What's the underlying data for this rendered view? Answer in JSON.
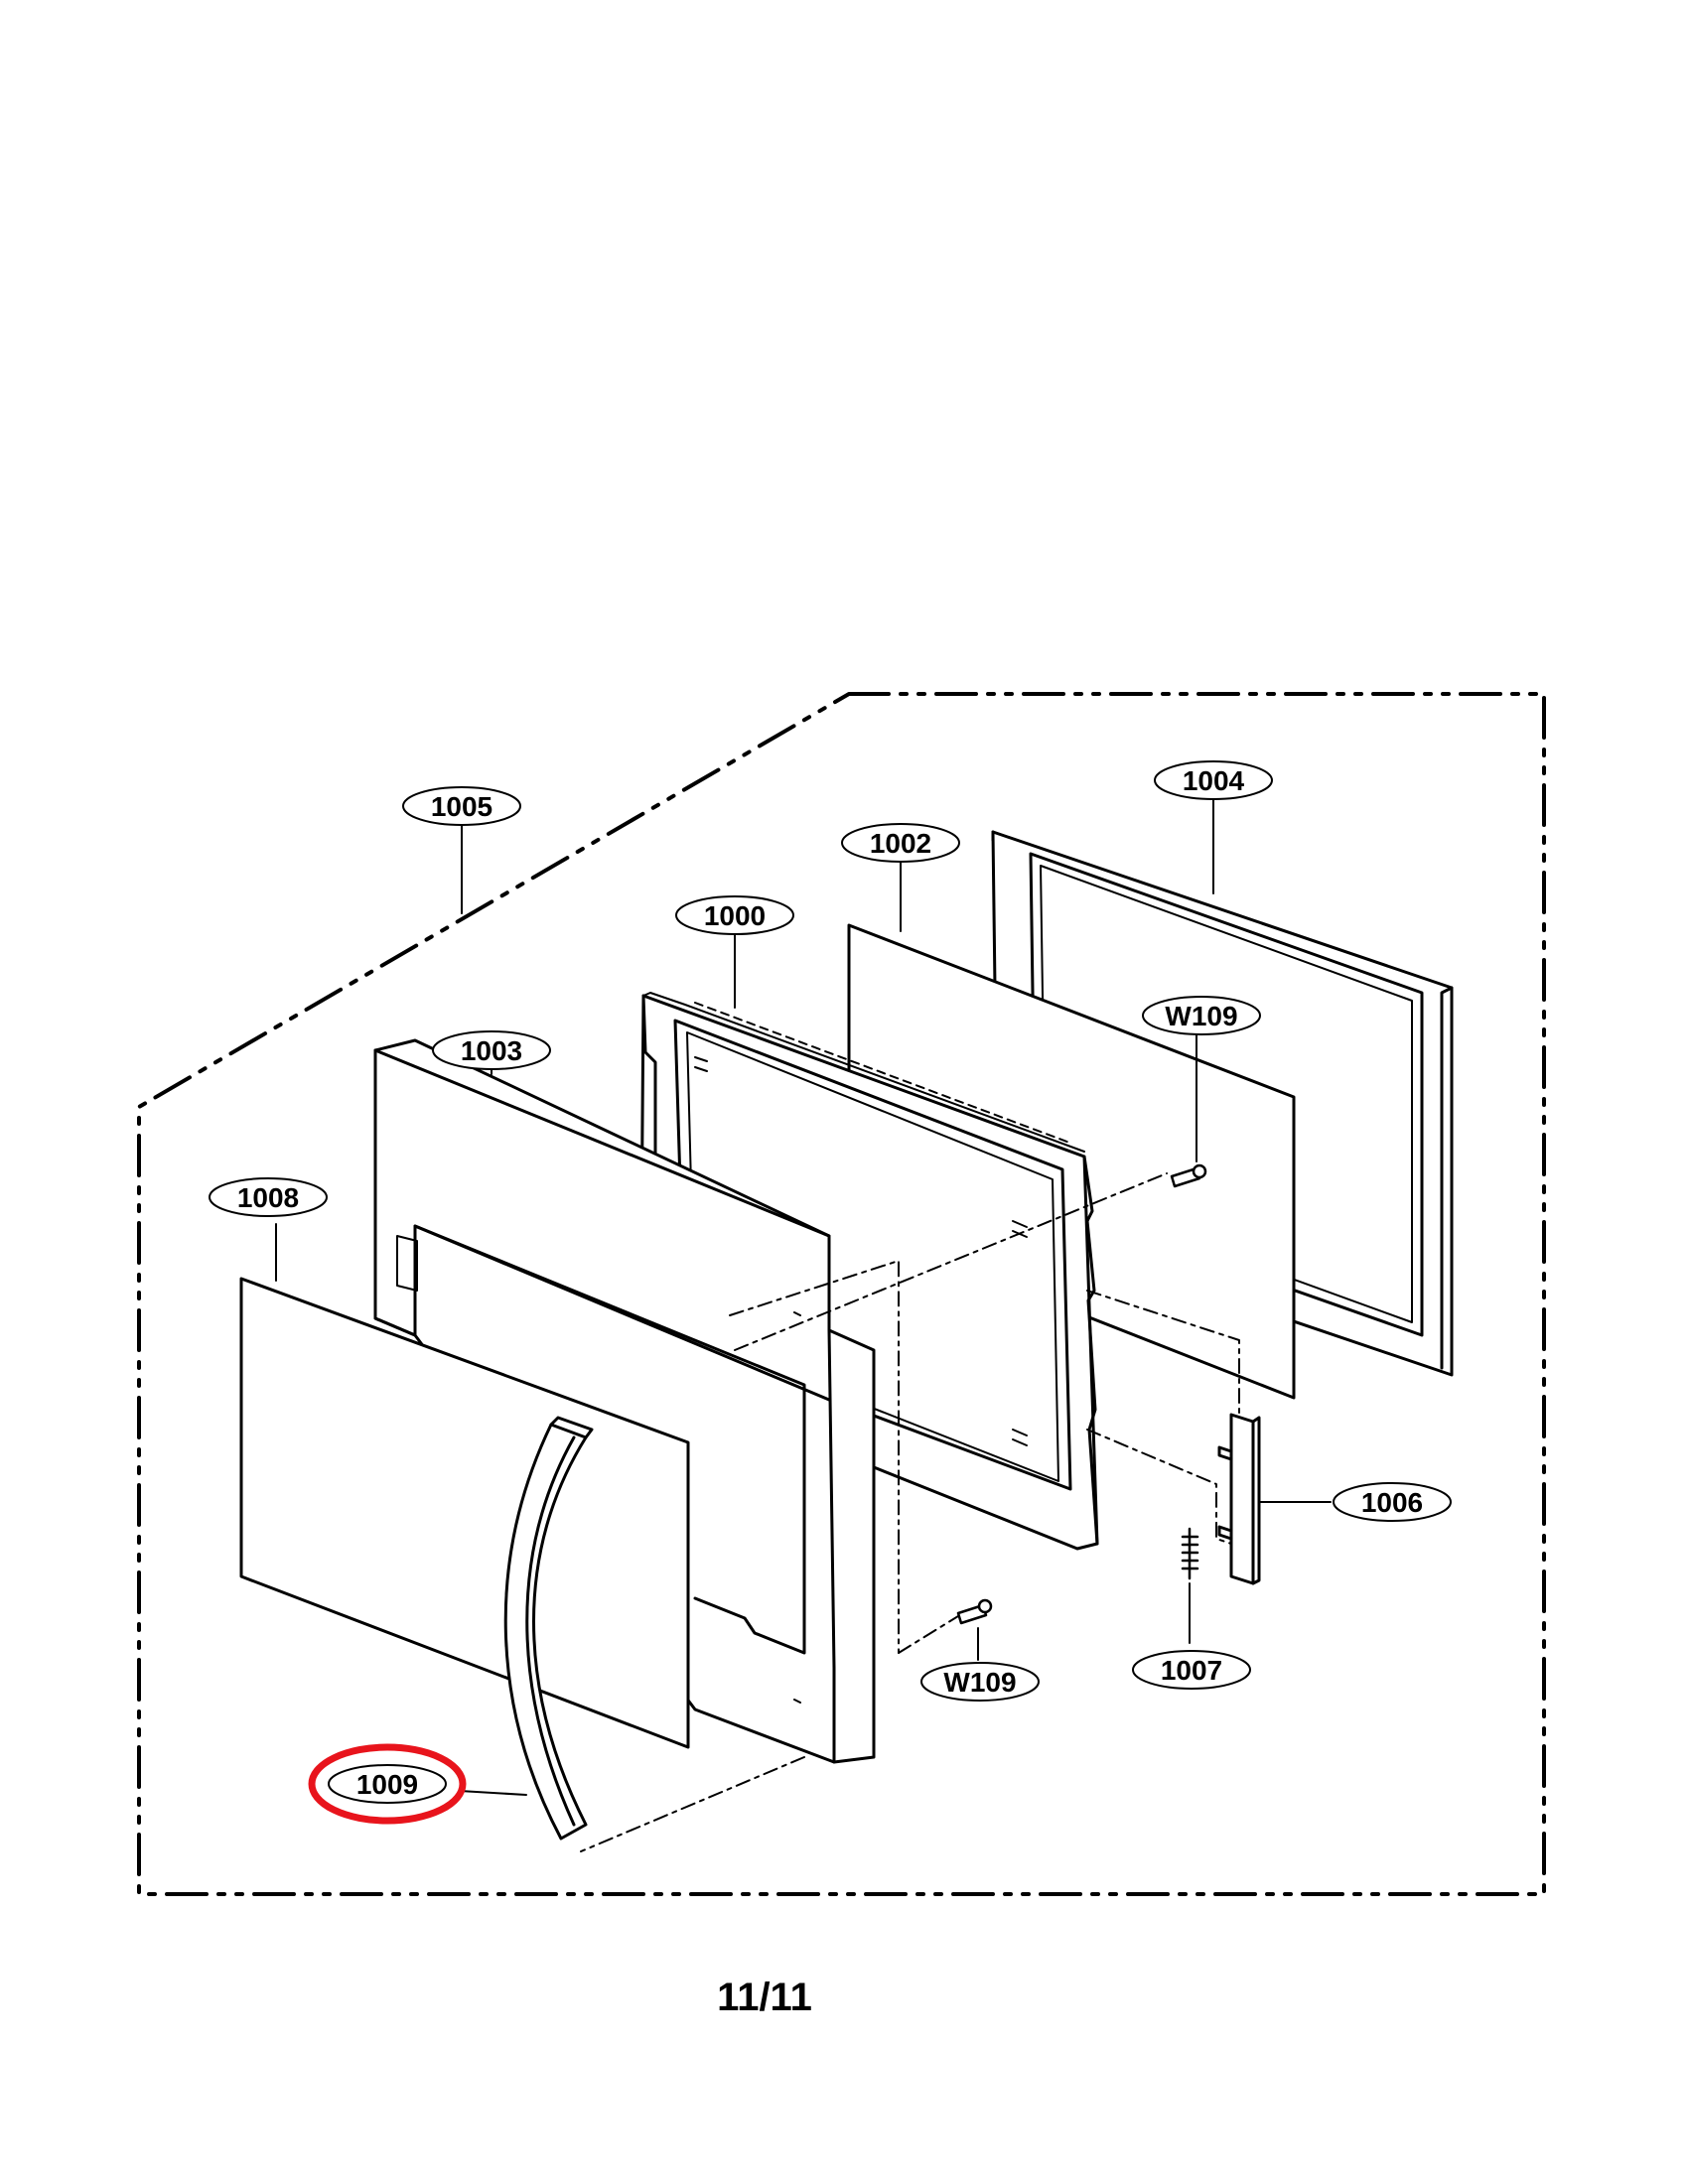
{
  "diagram": {
    "parts": [
      {
        "id": "p1000",
        "label": "1000"
      },
      {
        "id": "p1002",
        "label": "1002"
      },
      {
        "id": "p1003",
        "label": "1003"
      },
      {
        "id": "p1004",
        "label": "1004"
      },
      {
        "id": "p1005",
        "label": "1005"
      },
      {
        "id": "p1006",
        "label": "1006"
      },
      {
        "id": "p1007",
        "label": "1007"
      },
      {
        "id": "p1008",
        "label": "1008"
      },
      {
        "id": "p1009",
        "label": "1009"
      },
      {
        "id": "pw109a",
        "label": "W109"
      },
      {
        "id": "pw109b",
        "label": "W109"
      }
    ],
    "highlighted_part": "1009",
    "highlight_color": "#e8141c",
    "line_color": "#000000"
  },
  "footer": {
    "page_number": "11/11"
  }
}
